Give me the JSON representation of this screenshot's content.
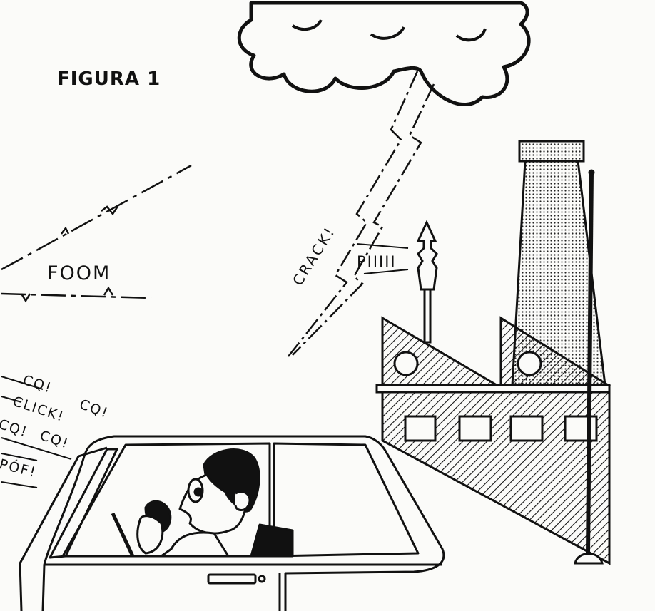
{
  "figure": {
    "title": "FIGURA 1"
  },
  "sounds": {
    "plane": "FOOM",
    "lightning": "CRACK!",
    "tower": "PIIIII",
    "radio_cq_1": "CQ!",
    "radio_cq_2": "CQ!",
    "radio_click": "CLICK!",
    "radio_cq_3": "CQ!",
    "radio_cq_4": "CQ!",
    "radio_pof": "PÓF!"
  },
  "colors": {
    "ink": "#111111",
    "paper": "#fbfbf9"
  },
  "icons": [
    "cloud-icon",
    "lightning-icon",
    "factory-icon",
    "antenna-icon",
    "car-icon",
    "driver-icon",
    "microphone-icon"
  ]
}
